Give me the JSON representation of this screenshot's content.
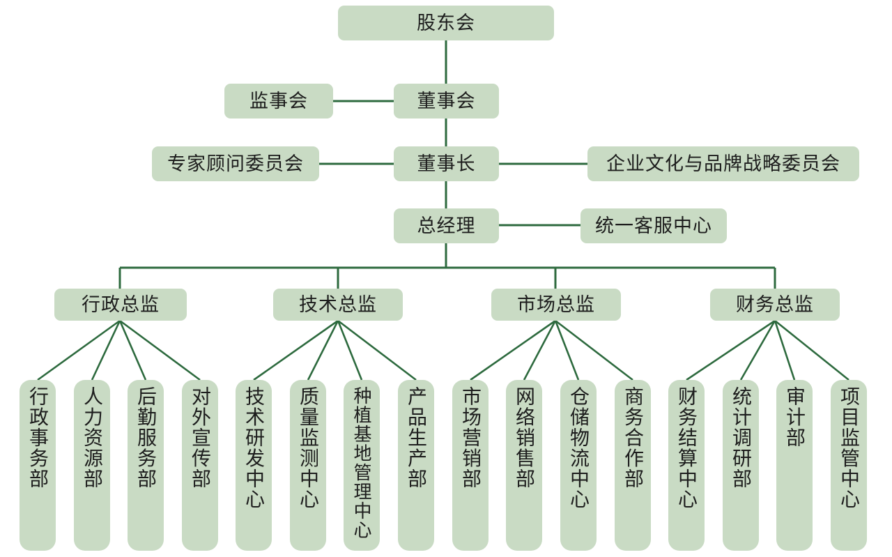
{
  "theme": {
    "box_fill": "#c9dbc4",
    "line_color": "#2d6a3e",
    "text_color": "#1d1d1d",
    "background": "#ffffff"
  },
  "nodes": {
    "shareholders": "股东会",
    "supervisors": "监事会",
    "board": "董事会",
    "expert_committee": "专家顾问委员会",
    "chairman": "董事长",
    "culture_committee": "企业文化与品牌战略委员会",
    "general_manager": "总经理",
    "customer_service": "统一客服中心"
  },
  "directors": [
    {
      "label": "行政总监"
    },
    {
      "label": "技术总监"
    },
    {
      "label": "市场总监"
    },
    {
      "label": "财务总监"
    }
  ],
  "departments": [
    "行政事务部",
    "人力资源部",
    "后勤服务部",
    "对外宣传部",
    "技术研发中心",
    "质量监测中心",
    "种植基地管理中心",
    "产品生产部",
    "市场营销部",
    "网络销售部",
    "仓储物流中心",
    "商务合作部",
    "财务结算中心",
    "统计调研部",
    "审计部",
    "项目监管中心"
  ]
}
